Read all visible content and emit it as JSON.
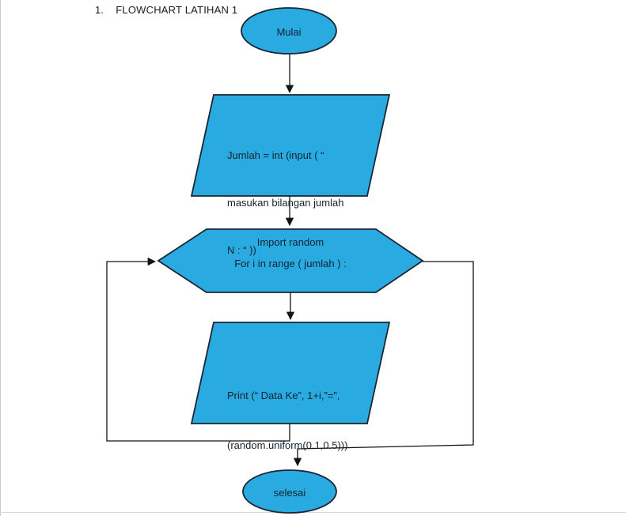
{
  "page": {
    "title_number": "1.",
    "title": "FLOWCHART LATIHAN 1"
  },
  "colors": {
    "shape_fill": "#29abe2",
    "shape_outline": "#1a2633",
    "connector": "#141414",
    "text": "#16222e",
    "page_edge": "#d9d9d9"
  },
  "flowchart": {
    "start": {
      "type": "terminator",
      "label": "Mulai"
    },
    "input_step": {
      "type": "data-parallelogram",
      "lines": [
        "Jumlah = int (input ( “",
        "masukan bilangan jumlah",
        "N : “ ))"
      ]
    },
    "loop_step": {
      "type": "preparation-hexagon",
      "lines": [
        "Import random",
        "For i in range ( jumlah ) :"
      ]
    },
    "output_step": {
      "type": "data-parallelogram",
      "lines": [
        "Print (“ Data Ke”, 1+i,”=”,",
        "(random.uniform(0.1,0.5)))"
      ]
    },
    "end": {
      "type": "terminator",
      "label": "selesai"
    }
  }
}
